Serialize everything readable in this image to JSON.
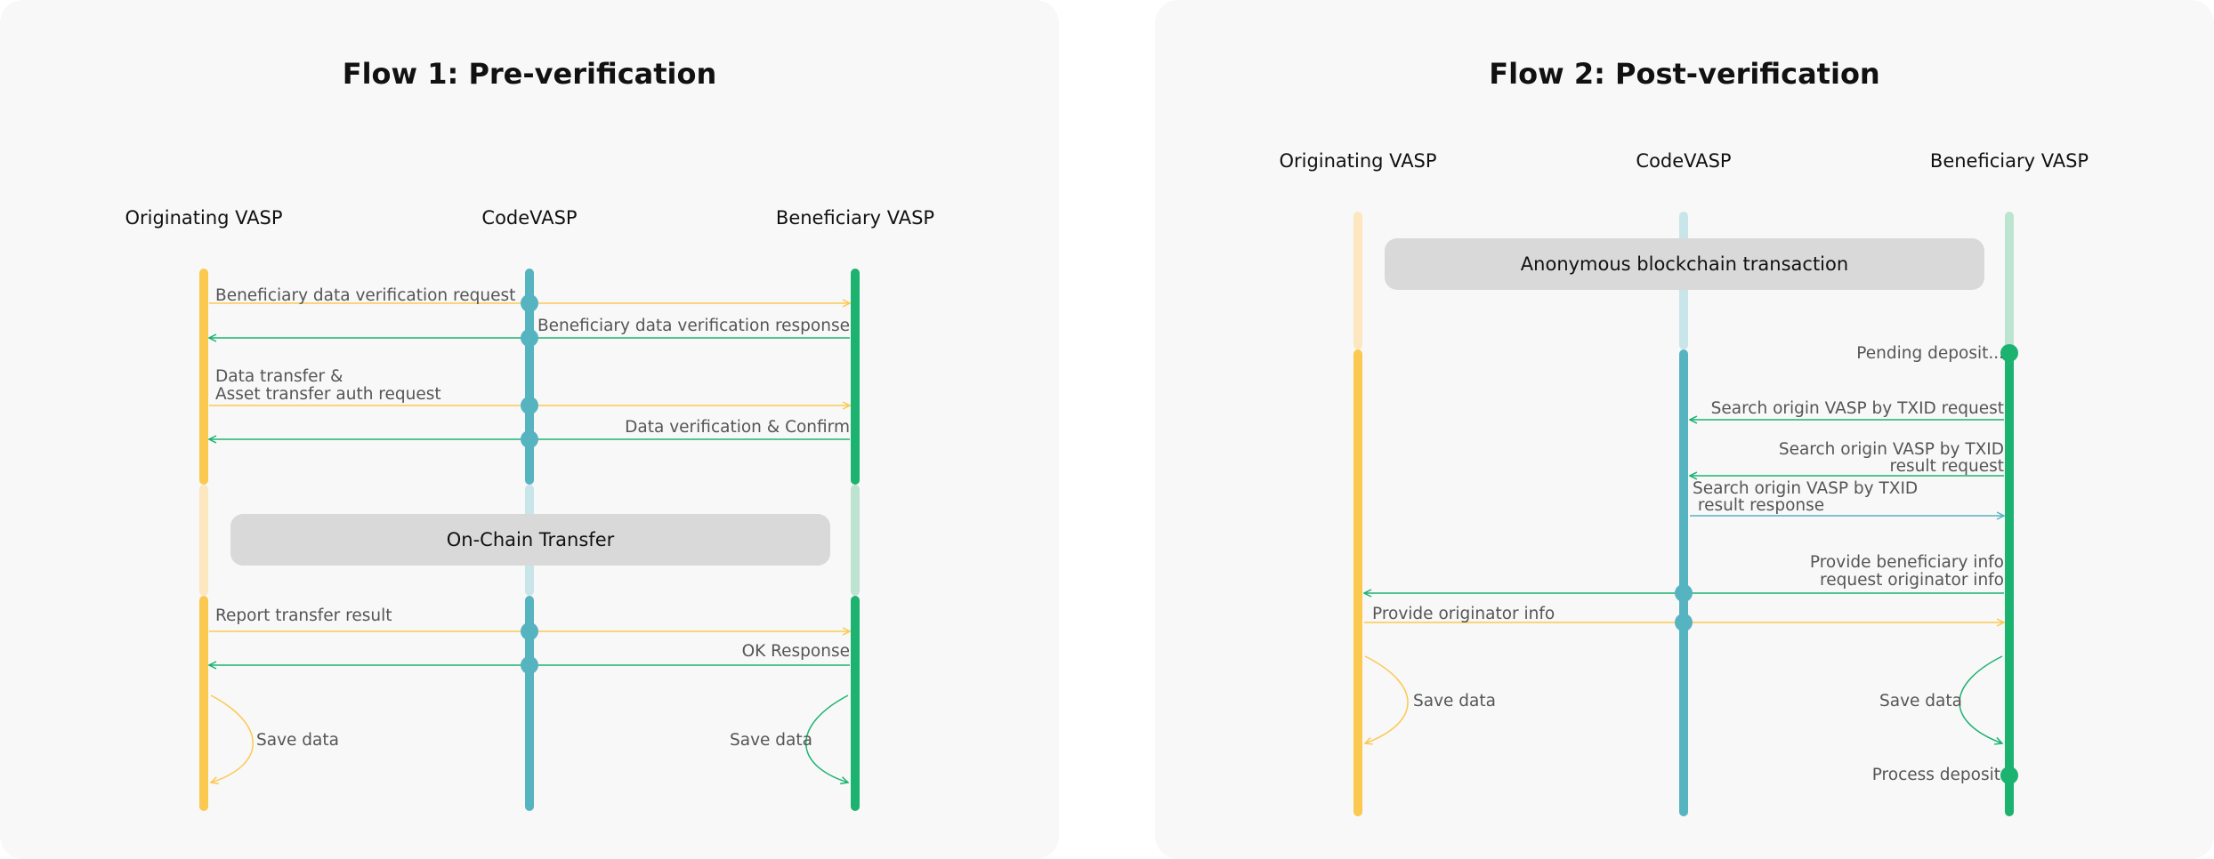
{
  "flow1": {
    "title_bold": "Flow 1",
    "title_rest": ": Pre-verification",
    "columns": {
      "originating": "Originating VASP",
      "codevasp": "CodeVASP",
      "beneficiary": "Beneficiary VASP"
    },
    "messages": {
      "m1": "Beneficiary data verification request",
      "m2": "Beneficiary data verification response",
      "m3a": "Data transfer &",
      "m3b": "Asset transfer auth request",
      "m4": "Data verification & Confirm",
      "m5": "Report transfer result",
      "m6": "OK Response",
      "save_left": "Save data",
      "save_right": "Save data"
    },
    "box": "On-Chain Transfer"
  },
  "flow2": {
    "title_bold": "Flow 2",
    "title_rest": ": Post-verification",
    "columns": {
      "originating": "Originating VASP",
      "codevasp": "CodeVASP",
      "beneficiary": "Beneficiary VASP"
    },
    "box": "Anonymous blockchain transaction",
    "messages": {
      "pending": "Pending deposit...",
      "m1": "Search origin VASP by TXID request",
      "m2a": "Search origin VASP by TXID",
      "m2b": "result request",
      "m3a": "Search origin VASP by TXID",
      "m3b": " result response",
      "m4a": "Provide beneficiary info",
      "m4b": "request originator info",
      "m5": "Provide originator info",
      "save_left": "Save data",
      "save_right": "Save data",
      "process": "Process deposit"
    }
  },
  "colors": {
    "originating": "#fbc94f",
    "codevasp": "#56b3c0",
    "beneficiary": "#1cb270"
  }
}
